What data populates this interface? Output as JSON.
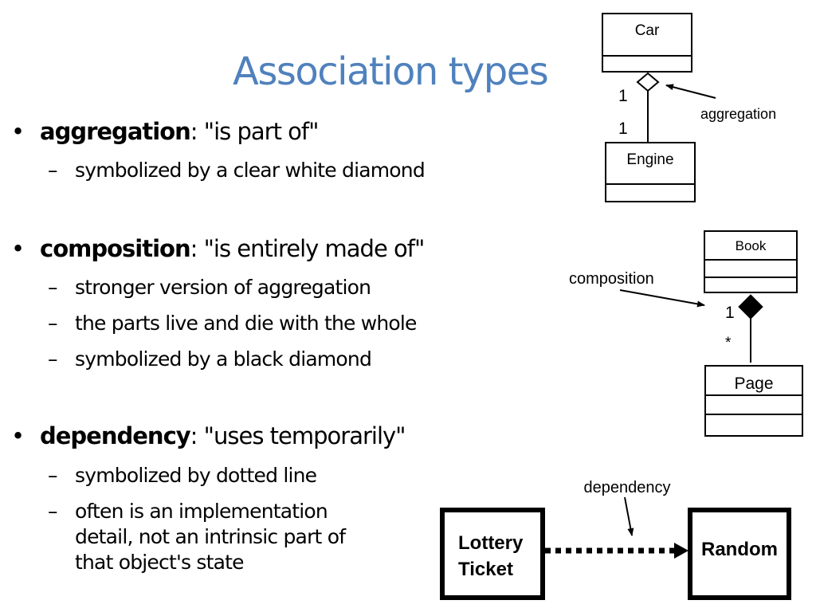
{
  "slide": {
    "title": "Association types",
    "title_color": "#4f81bd",
    "bullets": [
      {
        "term": "aggregation",
        "definition": ": \"is part of\"",
        "subitems": [
          "symbolized by a clear white diamond"
        ]
      },
      {
        "term": "composition",
        "definition": ": \"is entirely made of\"",
        "subitems": [
          "stronger version of aggregation",
          "the parts live and die with the whole",
          "symbolized by a black diamond"
        ]
      },
      {
        "term": "dependency",
        "definition": ": \"uses temporarily\"",
        "subitems": [
          "symbolized by dotted line",
          "often is an implementation",
          "detail, not an intrinsic part of",
          "that object's state"
        ]
      }
    ],
    "bullet_glyph": "•",
    "dash_glyph": "–"
  },
  "diagrams": {
    "aggregation": {
      "whole": "Car",
      "part": "Engine",
      "whole_multiplicity": "1",
      "part_multiplicity": "1",
      "label": "aggregation",
      "symbol": "hollow-diamond"
    },
    "composition": {
      "whole": "Book",
      "part": "Page",
      "whole_multiplicity": "1",
      "part_multiplicity": "*",
      "label": "composition",
      "symbol": "filled-diamond"
    },
    "dependency": {
      "client_line1": "Lottery",
      "client_line2": "Ticket",
      "supplier": "Random",
      "label": "dependency",
      "symbol": "dotted-arrow"
    }
  }
}
